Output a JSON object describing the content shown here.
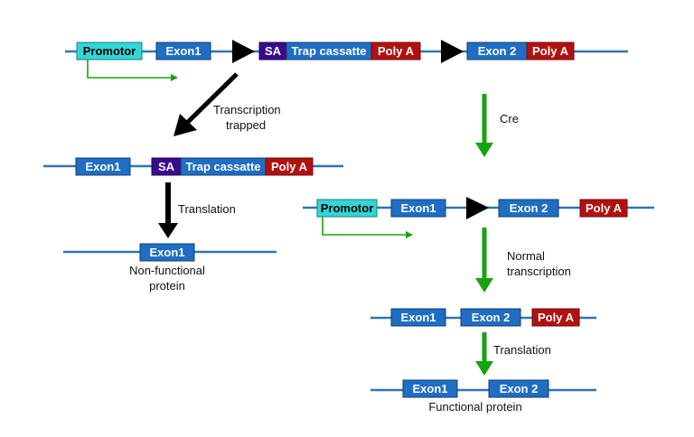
{
  "colors": {
    "line": "#2e75b6",
    "exon": "#1f6ec3",
    "exon_border": "#143c6e",
    "promotor": "#33d6d6",
    "sa": "#3a0a8c",
    "polya": "#b31111",
    "arrow_black": "#000000",
    "arrow_green": "#17a30e"
  },
  "labels": {
    "promotor": "Promotor",
    "exon1": "Exon1",
    "exon2": "Exon 2",
    "sa": "SA",
    "trap": "Trap cassatte",
    "polya": "Poly A"
  },
  "annotations": {
    "transcription_trapped_1": "Transcription",
    "transcription_trapped_2": "trapped",
    "cre": "Cre",
    "translation_left": "Translation",
    "nonfunctional_1": "Non-functional",
    "nonfunctional_2": "protein",
    "normal_1": "Normal",
    "normal_2": "transcription",
    "translation_right": "Translation",
    "functional": "Functional protein"
  },
  "icons": [
    "loxp-triangle-icon",
    "down-arrow-icon",
    "diagonal-arrow-icon",
    "transcription-start-arrow-icon"
  ]
}
